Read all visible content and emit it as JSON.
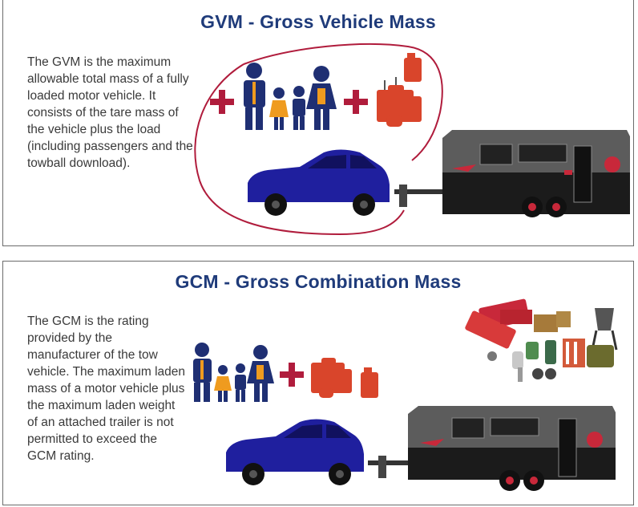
{
  "gvm": {
    "title": "GVM - Gross Vehicle Mass",
    "description": "The GVM is the maximum allowable total mass of a fully loaded motor vehicle. It consists of the tare mass of the vehicle plus the load (including passengers and the towball download)."
  },
  "gcm": {
    "title": "GCM - Gross Combination Mass",
    "description": "The GCM is the rating provided by the manufacturer of the tow vehicle. The maximum laden mass of a motor vehicle plus the maximum laden weight of an attached trailer is not permitted to exceed the GCM rating."
  },
  "colors": {
    "title": "#1f3b7a",
    "plus": "#b01c3c",
    "car": "#1f1f9e",
    "caravan_body": "#5c5c5c",
    "caravan_chassis": "#1b1b1b",
    "accent_red": "#c8283a",
    "luggage": "#d9452b",
    "person_blue": "#1f2f73",
    "person_orange": "#ef9b1f"
  },
  "icons": [
    "plus-icon",
    "family-icon",
    "luggage-icon",
    "fuel-can-icon",
    "car-icon",
    "caravan-icon",
    "camping-gear-icon"
  ]
}
